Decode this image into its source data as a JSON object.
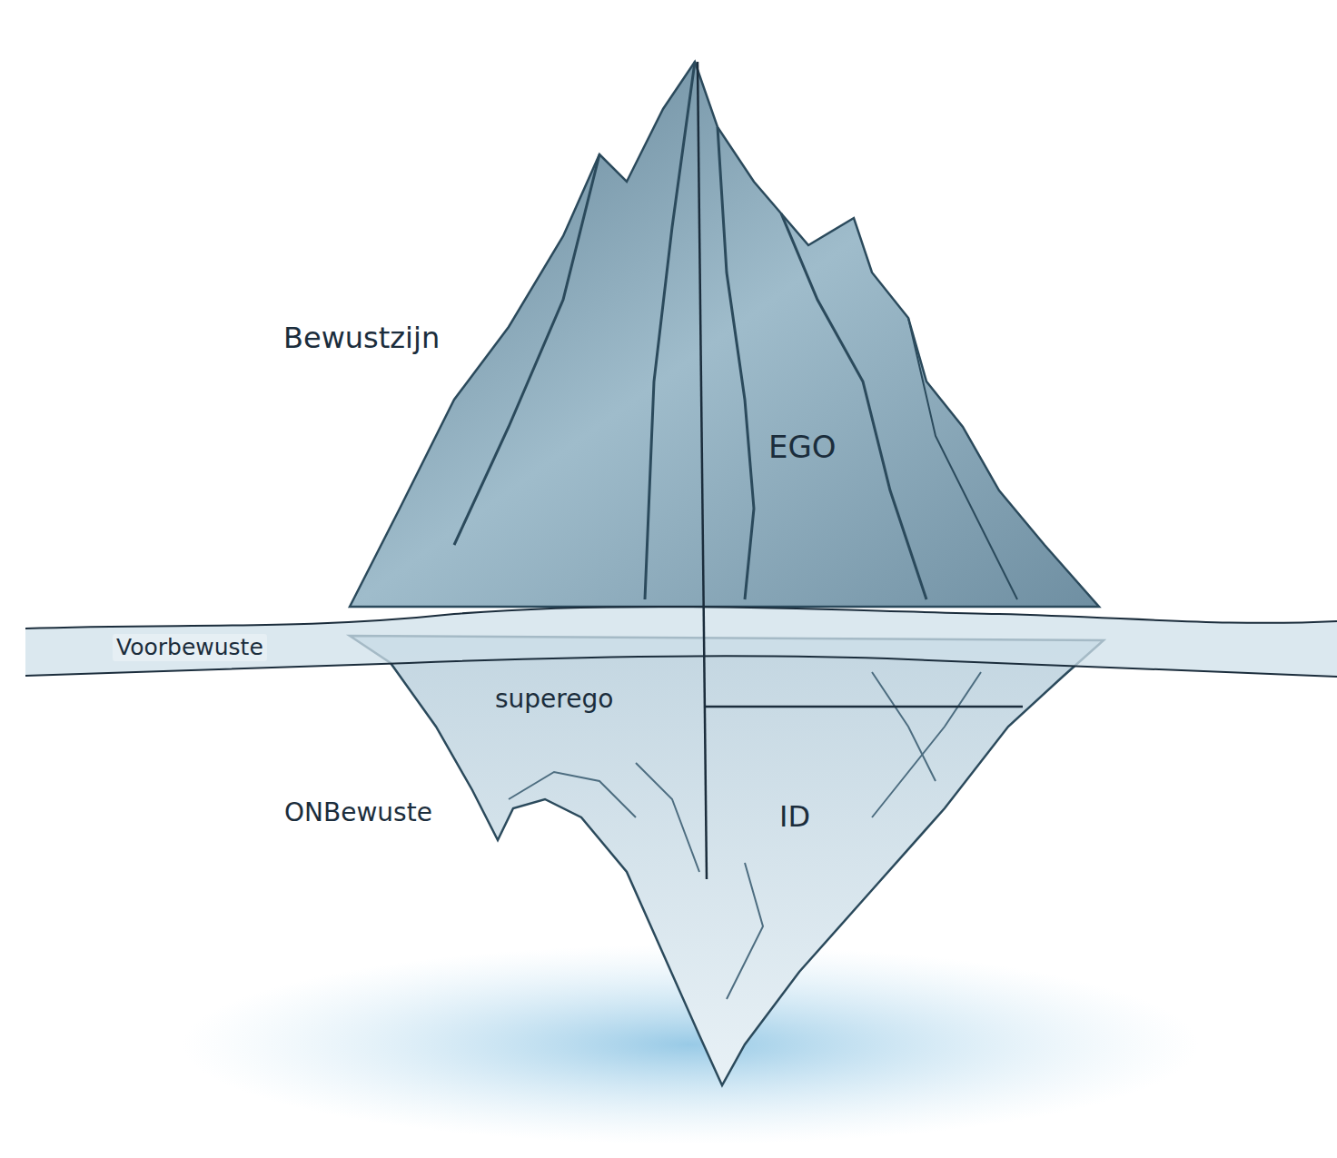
{
  "diagram": {
    "labels": [
      "Bewustzijn",
      "EGO",
      "Voorbewuste",
      "superego",
      "ONBewuste",
      "ID"
    ]
  }
}
